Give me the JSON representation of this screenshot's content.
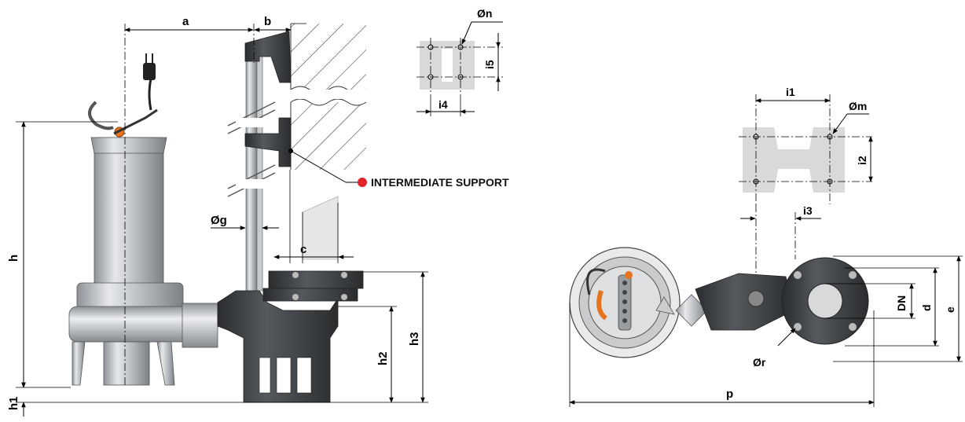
{
  "labels": {
    "a": "a",
    "b": "b",
    "c": "c",
    "h": "h",
    "h1": "h1",
    "h2": "h2",
    "h3": "h3",
    "phi_g": "Øg",
    "phi_n": "Øn",
    "i4": "i4",
    "i5": "i5",
    "i1": "i1",
    "phi_m": "Øm",
    "i2": "i2",
    "i3": "i3",
    "DN": "DN",
    "d": "d",
    "e": "e",
    "phi_r": "Ør",
    "p": "p"
  },
  "note": {
    "text": "INTERMEDIATE SUPPORT",
    "marker_color": "#e3232b"
  },
  "colors": {
    "pump_metal": "#b8bcbf",
    "cast_iron": "#3c3f42",
    "template_plate": "#d8d9da",
    "accent_orange": "#e8731f"
  }
}
